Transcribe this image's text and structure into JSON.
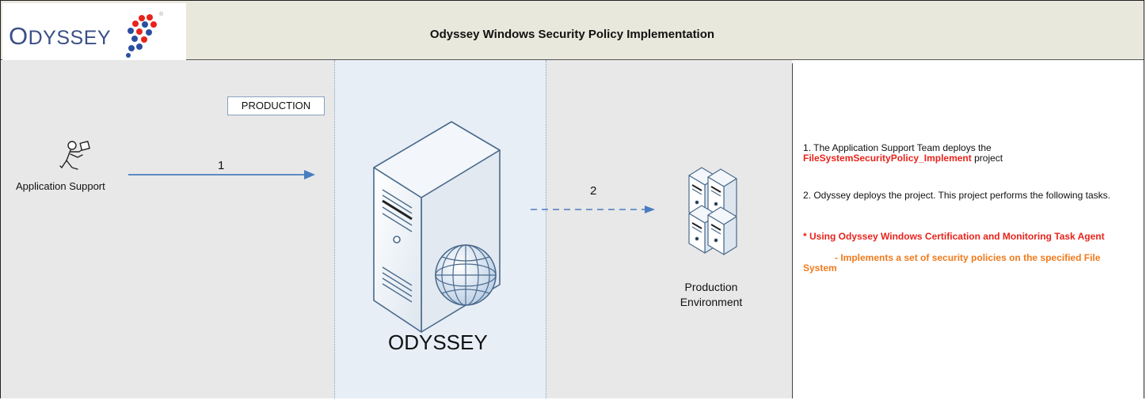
{
  "header": {
    "logo_text": "Odyssey",
    "title": "Odyssey Windows Security Policy Implementation"
  },
  "lanes": {
    "production_label": "PRODUCTION"
  },
  "actor": {
    "label": "Application Support",
    "icon": "person-carrying-box-icon"
  },
  "flow": {
    "step1": "1",
    "step2": "2"
  },
  "server": {
    "label": "ODYSSEY",
    "icon": "server-tower-globe-icon"
  },
  "environment": {
    "label_line1": "Production",
    "label_line2": "Environment",
    "icon": "server-cluster-icon"
  },
  "notes": {
    "n1_prefix": "1.  The Application Support Team deploys the",
    "n1_project": "FileSystemSecurityPolicy_Implement",
    "n1_suffix": " project",
    "n2": "2.  Odyssey deploys the project. This project performs the following tasks.",
    "n3_red": "* Using Odyssey Windows Certification and Monitoring Task Agent",
    "n3_orange": "- Implements a set of security policies on the specified File System"
  },
  "colors": {
    "accent_red": "#e8231b",
    "accent_orange": "#f07a1c",
    "arrow_blue": "#4a7cc0"
  }
}
